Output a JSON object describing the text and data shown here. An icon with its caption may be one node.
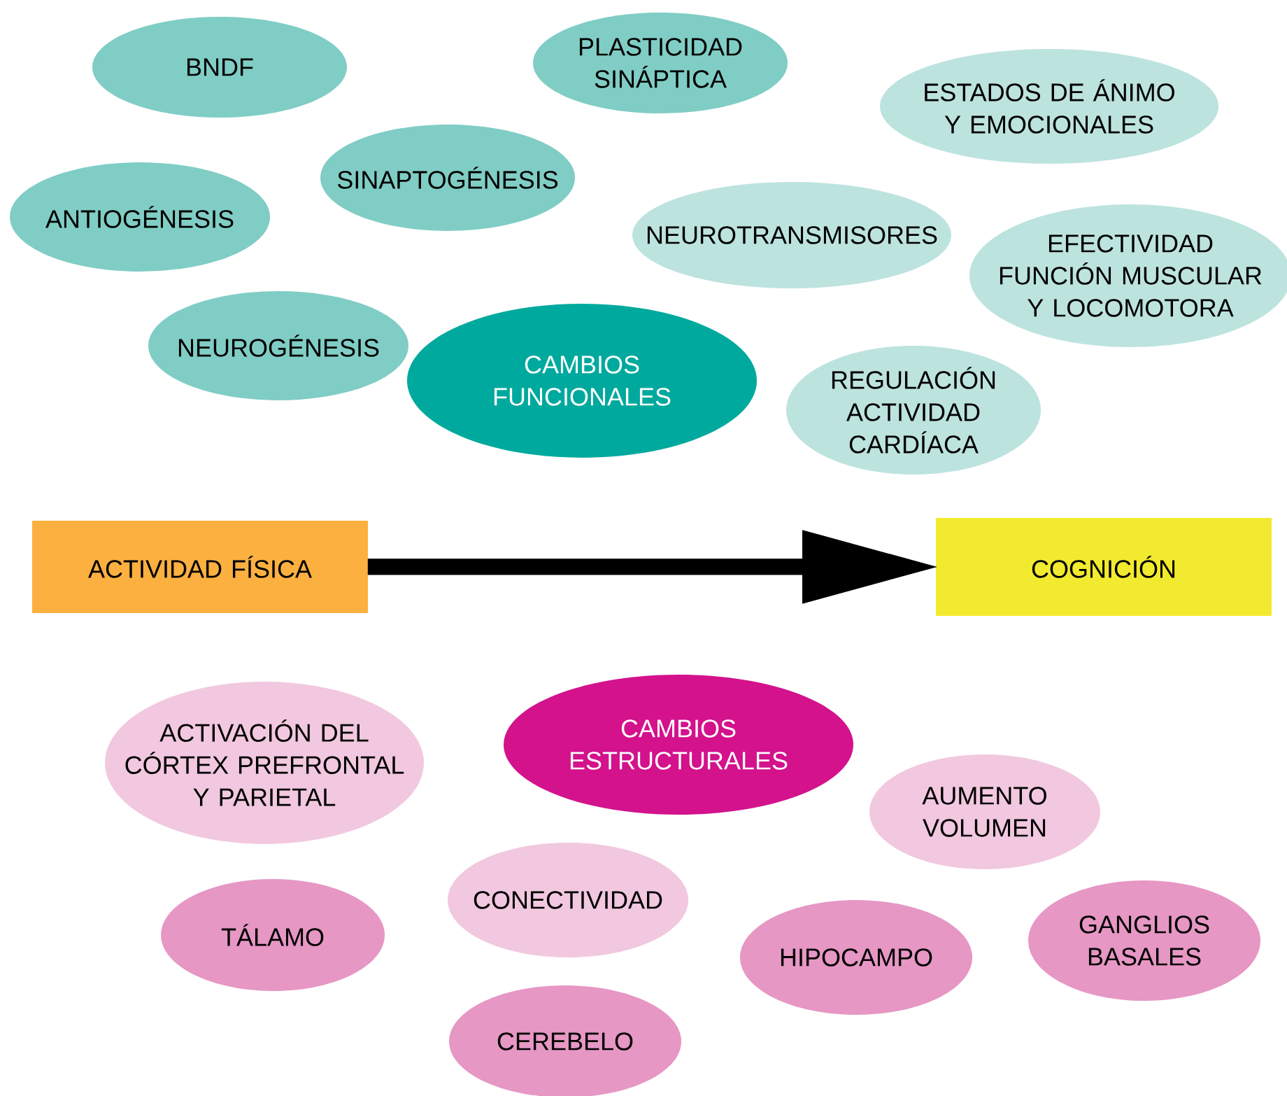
{
  "diagram": {
    "nodes": [
      {
        "text": [
          "BNDF"
        ]
      },
      {
        "text": [
          "PLASTICIDAD SINÁPTICA"
        ]
      },
      {
        "text": [
          "ESTADOS DE ÁNIMO Y EMOCIONALES"
        ]
      },
      {
        "text": [
          "SINAPTOGÉNESIS"
        ]
      },
      {
        "text": [
          "ANTIOGÉNESIS"
        ]
      },
      {
        "text": [
          "NEUROTRANSMISORES"
        ]
      },
      {
        "text": [
          "EFECTIVIDAD FUNCIÓN MUSCULAR Y LOCOMOTORA"
        ]
      },
      {
        "text": [
          "NEUROGÉNESIS"
        ]
      },
      {
        "text": [
          "CAMBIOS FUNCIONALES"
        ]
      },
      {
        "text": [
          "REGULACIÓN ACTIVIDAD CARDÍACA"
        ]
      },
      {
        "text": [
          "ACTIVIDAD FÍSICA"
        ]
      },
      {
        "text": [
          "COGNICIÓN"
        ]
      },
      {
        "text": [
          "ACTIVACIÓN DEL CÓRTEX PREFRONTAL Y PARIETAL"
        ]
      },
      {
        "text": [
          "CAMBIOS ESTRUCTURALES"
        ]
      },
      {
        "text": [
          "AUMENTO VOLUMEN"
        ]
      },
      {
        "text": [
          "CONECTIVIDAD"
        ]
      },
      {
        "text": [
          "TÁLAMO"
        ]
      },
      {
        "text": [
          "HIPOCAMPO"
        ]
      },
      {
        "text": [
          "GANGLIOS BASALES"
        ]
      },
      {
        "text": [
          "CEREBELO"
        ]
      }
    ],
    "edges": [
      {
        "from": 10,
        "to": 11,
        "arrow": "to",
        "style": "thick"
      }
    ]
  }
}
